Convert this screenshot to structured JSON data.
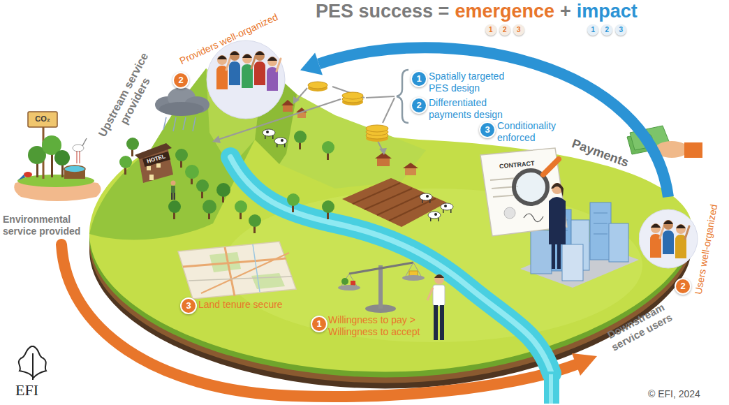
{
  "diagram": {
    "nodes": [
      {
        "text": [
          "Providers well-organized"
        ]
      },
      {
        "text": [
          "Users well-organized"
        ]
      }
    ],
    "edges": [
      {
        "from": 1,
        "to": 0,
        "arrow": "to",
        "label": "Payments"
      }
    ],
    "labels": [
      "PES success =",
      "emergence",
      "+",
      "impact",
      "1",
      "2",
      "3",
      "1",
      "2",
      "3",
      "2",
      "Upstream service providers",
      "CO₂",
      "HOTEL",
      "1",
      "Spatially targeted PES design",
      "2",
      "Differentiated payments design",
      "3",
      "Conditionality enforced",
      "CONTRACT",
      "Environmental service provided",
      "3",
      "Land tenure secure",
      "1",
      "Willingness to pay > Willingness to accept",
      "Downstream service users",
      "2",
      "EFI",
      "© EFI, 2024"
    ]
  }
}
